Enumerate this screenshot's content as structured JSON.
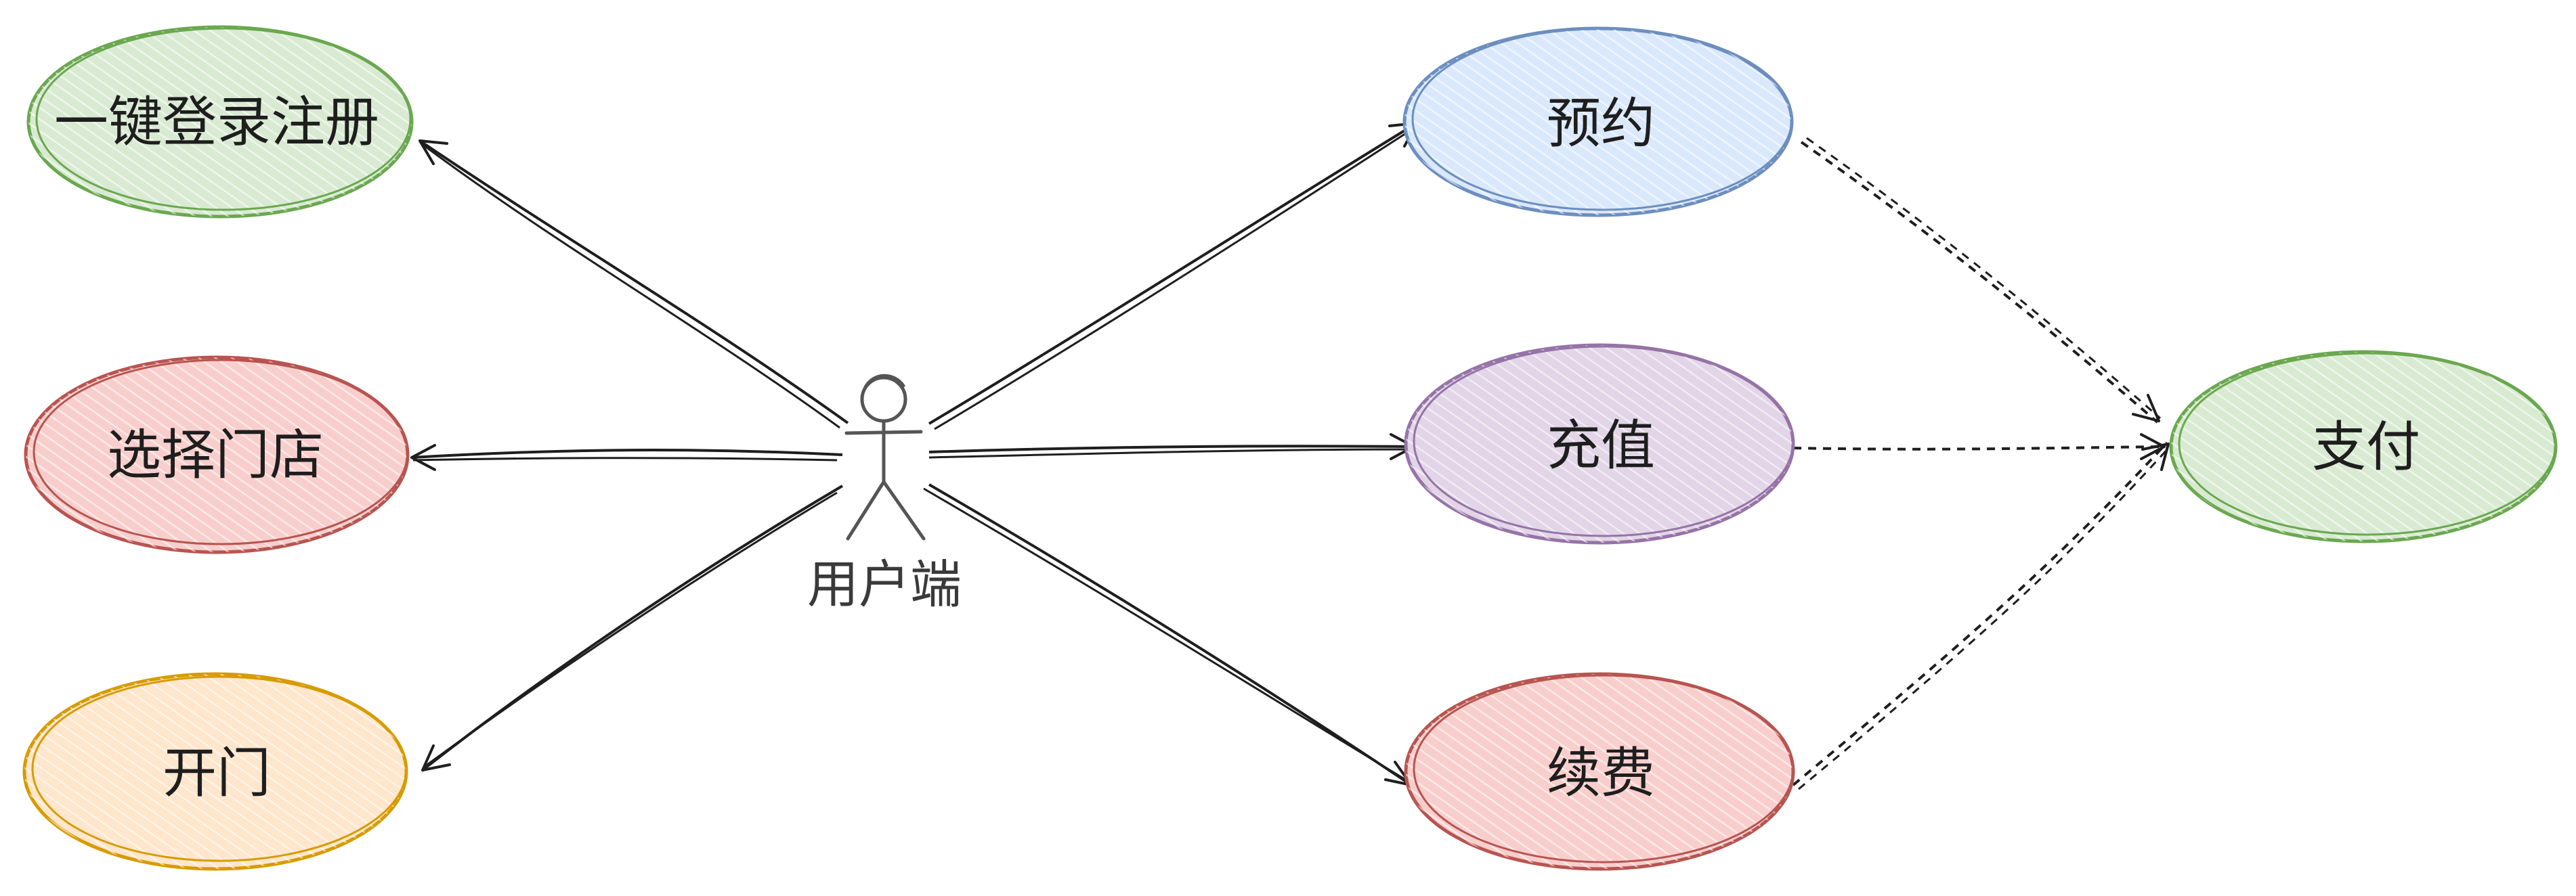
{
  "actor": {
    "label": "用户端",
    "stroke": "#555555"
  },
  "nodes": [
    {
      "id": "login",
      "label": "一键登录注册",
      "stroke": "#6aa84f",
      "fill": "#d9ead3"
    },
    {
      "id": "store",
      "label": "选择门店",
      "stroke": "#b85450",
      "fill": "#f8cecc"
    },
    {
      "id": "door",
      "label": "开门",
      "stroke": "#d79b00",
      "fill": "#ffe6cc"
    },
    {
      "id": "reserve",
      "label": "预约",
      "stroke": "#6c8ebf",
      "fill": "#dae8fc"
    },
    {
      "id": "recharge",
      "label": "充值",
      "stroke": "#9673a6",
      "fill": "#e1d5e7"
    },
    {
      "id": "renew",
      "label": "续费",
      "stroke": "#b85450",
      "fill": "#f8cecc"
    },
    {
      "id": "pay",
      "label": "支付",
      "stroke": "#6aa84f",
      "fill": "#d9ead3"
    }
  ],
  "edges": [
    {
      "from": "actor",
      "to": "login",
      "style": "solid"
    },
    {
      "from": "actor",
      "to": "store",
      "style": "solid"
    },
    {
      "from": "actor",
      "to": "door",
      "style": "solid"
    },
    {
      "from": "actor",
      "to": "reserve",
      "style": "solid"
    },
    {
      "from": "actor",
      "to": "recharge",
      "style": "solid"
    },
    {
      "from": "actor",
      "to": "renew",
      "style": "solid"
    },
    {
      "from": "reserve",
      "to": "pay",
      "style": "dashed"
    },
    {
      "from": "recharge",
      "to": "pay",
      "style": "dashed"
    },
    {
      "from": "renew",
      "to": "pay",
      "style": "dashed"
    }
  ]
}
